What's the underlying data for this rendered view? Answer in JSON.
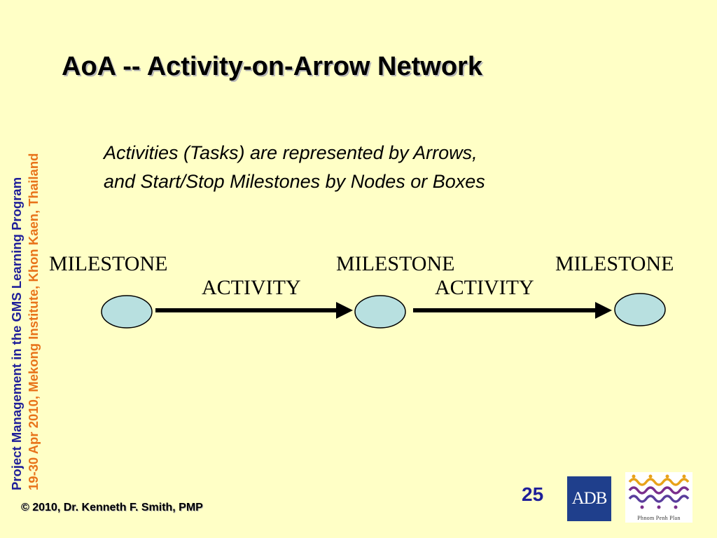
{
  "title": "AoA -- Activity-on-Arrow Network",
  "sidebar": {
    "line1": "Project Management in the GMS Learning Program",
    "line2": "19-30 Apr 2010, Mekong Institute, Khon Kaen, Thailand"
  },
  "description": {
    "line1": "Activities (Tasks) are represented by Arrows,",
    "line2": "and Start/Stop Milestones by Nodes or Boxes"
  },
  "diagram": {
    "milestones": [
      "MILESTONE",
      "MILESTONE",
      "MILESTONE"
    ],
    "activities": [
      "ACTIVITY",
      "ACTIVITY"
    ],
    "node_fill": "#B8E0E0",
    "arrow_color": "#000000"
  },
  "footer": {
    "copyright": "© 2010, Dr. Kenneth F. Smith, PMP",
    "page_number": "25",
    "adb_logo": "ADB",
    "ppp_logo": "Phnom Penh Plan"
  },
  "colors": {
    "background": "#FFFFC6",
    "sidebar_primary": "#1F1F99",
    "sidebar_secondary": "#E8731A"
  }
}
